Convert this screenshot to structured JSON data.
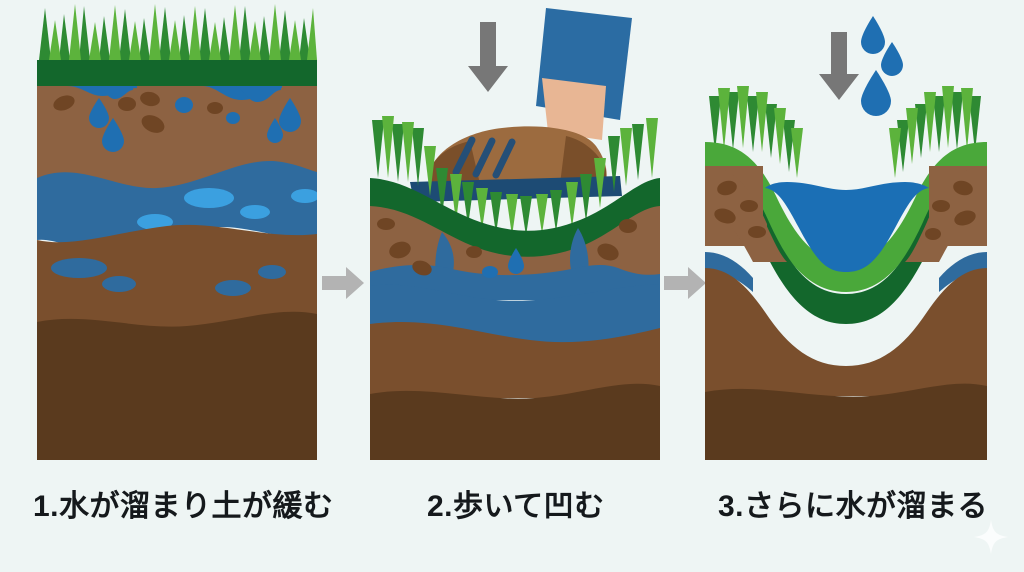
{
  "background": {
    "color": "#eef5f4",
    "sparkle_color": "#ffffff"
  },
  "palette": {
    "grass_light": "#5cb33c",
    "grass_dark": "#2e8a33",
    "turf_band": "#13672c",
    "turf_band_light": "#4aa83a",
    "topsoil": "#8d6242",
    "subsoil_mid": "#7a4f2d",
    "subsoil_deep": "#5a3a1e",
    "water_layer": "#2f6b9e",
    "water_bright": "#1f6fb2",
    "water_highlight": "#3ba0e0",
    "puddle": "#1b6fb5",
    "pebble": "#6f4524",
    "arrow_gray": "#777777",
    "arrow_sep_gray": "#b3b3b3",
    "shoe_light": "#9c6b3f",
    "shoe_dark": "#7a4f2a",
    "shoe_sole": "#1d4b74",
    "lace": "#254f77",
    "skin": "#e8b694",
    "pants": "#2b6ca3",
    "text": "#15191c"
  },
  "panels": [
    {
      "id": "panel-1",
      "caption": "1.水が溜まり土が緩む",
      "step_number": "1",
      "description_icons": [
        "grass-tuft",
        "water-droplet",
        "soil-pebble"
      ],
      "has_boot": false,
      "has_depression": false,
      "has_falling_drops": false,
      "has_down_arrow": false
    },
    {
      "id": "panel-2",
      "caption": "2.歩いて凹む",
      "step_number": "2",
      "description_icons": [
        "hiking-boot",
        "down-arrow",
        "grass-tuft"
      ],
      "has_boot": true,
      "has_depression": true,
      "has_falling_drops": false,
      "has_down_arrow": true
    },
    {
      "id": "panel-3",
      "caption": "3.さらに水が溜まる",
      "step_number": "3",
      "description_icons": [
        "water-droplet",
        "down-arrow",
        "puddle"
      ],
      "has_boot": false,
      "has_depression": true,
      "has_falling_drops": true,
      "has_down_arrow": true
    }
  ],
  "separators": [
    {
      "id": "separator-1",
      "direction": "right"
    },
    {
      "id": "separator-2",
      "direction": "right"
    }
  ]
}
